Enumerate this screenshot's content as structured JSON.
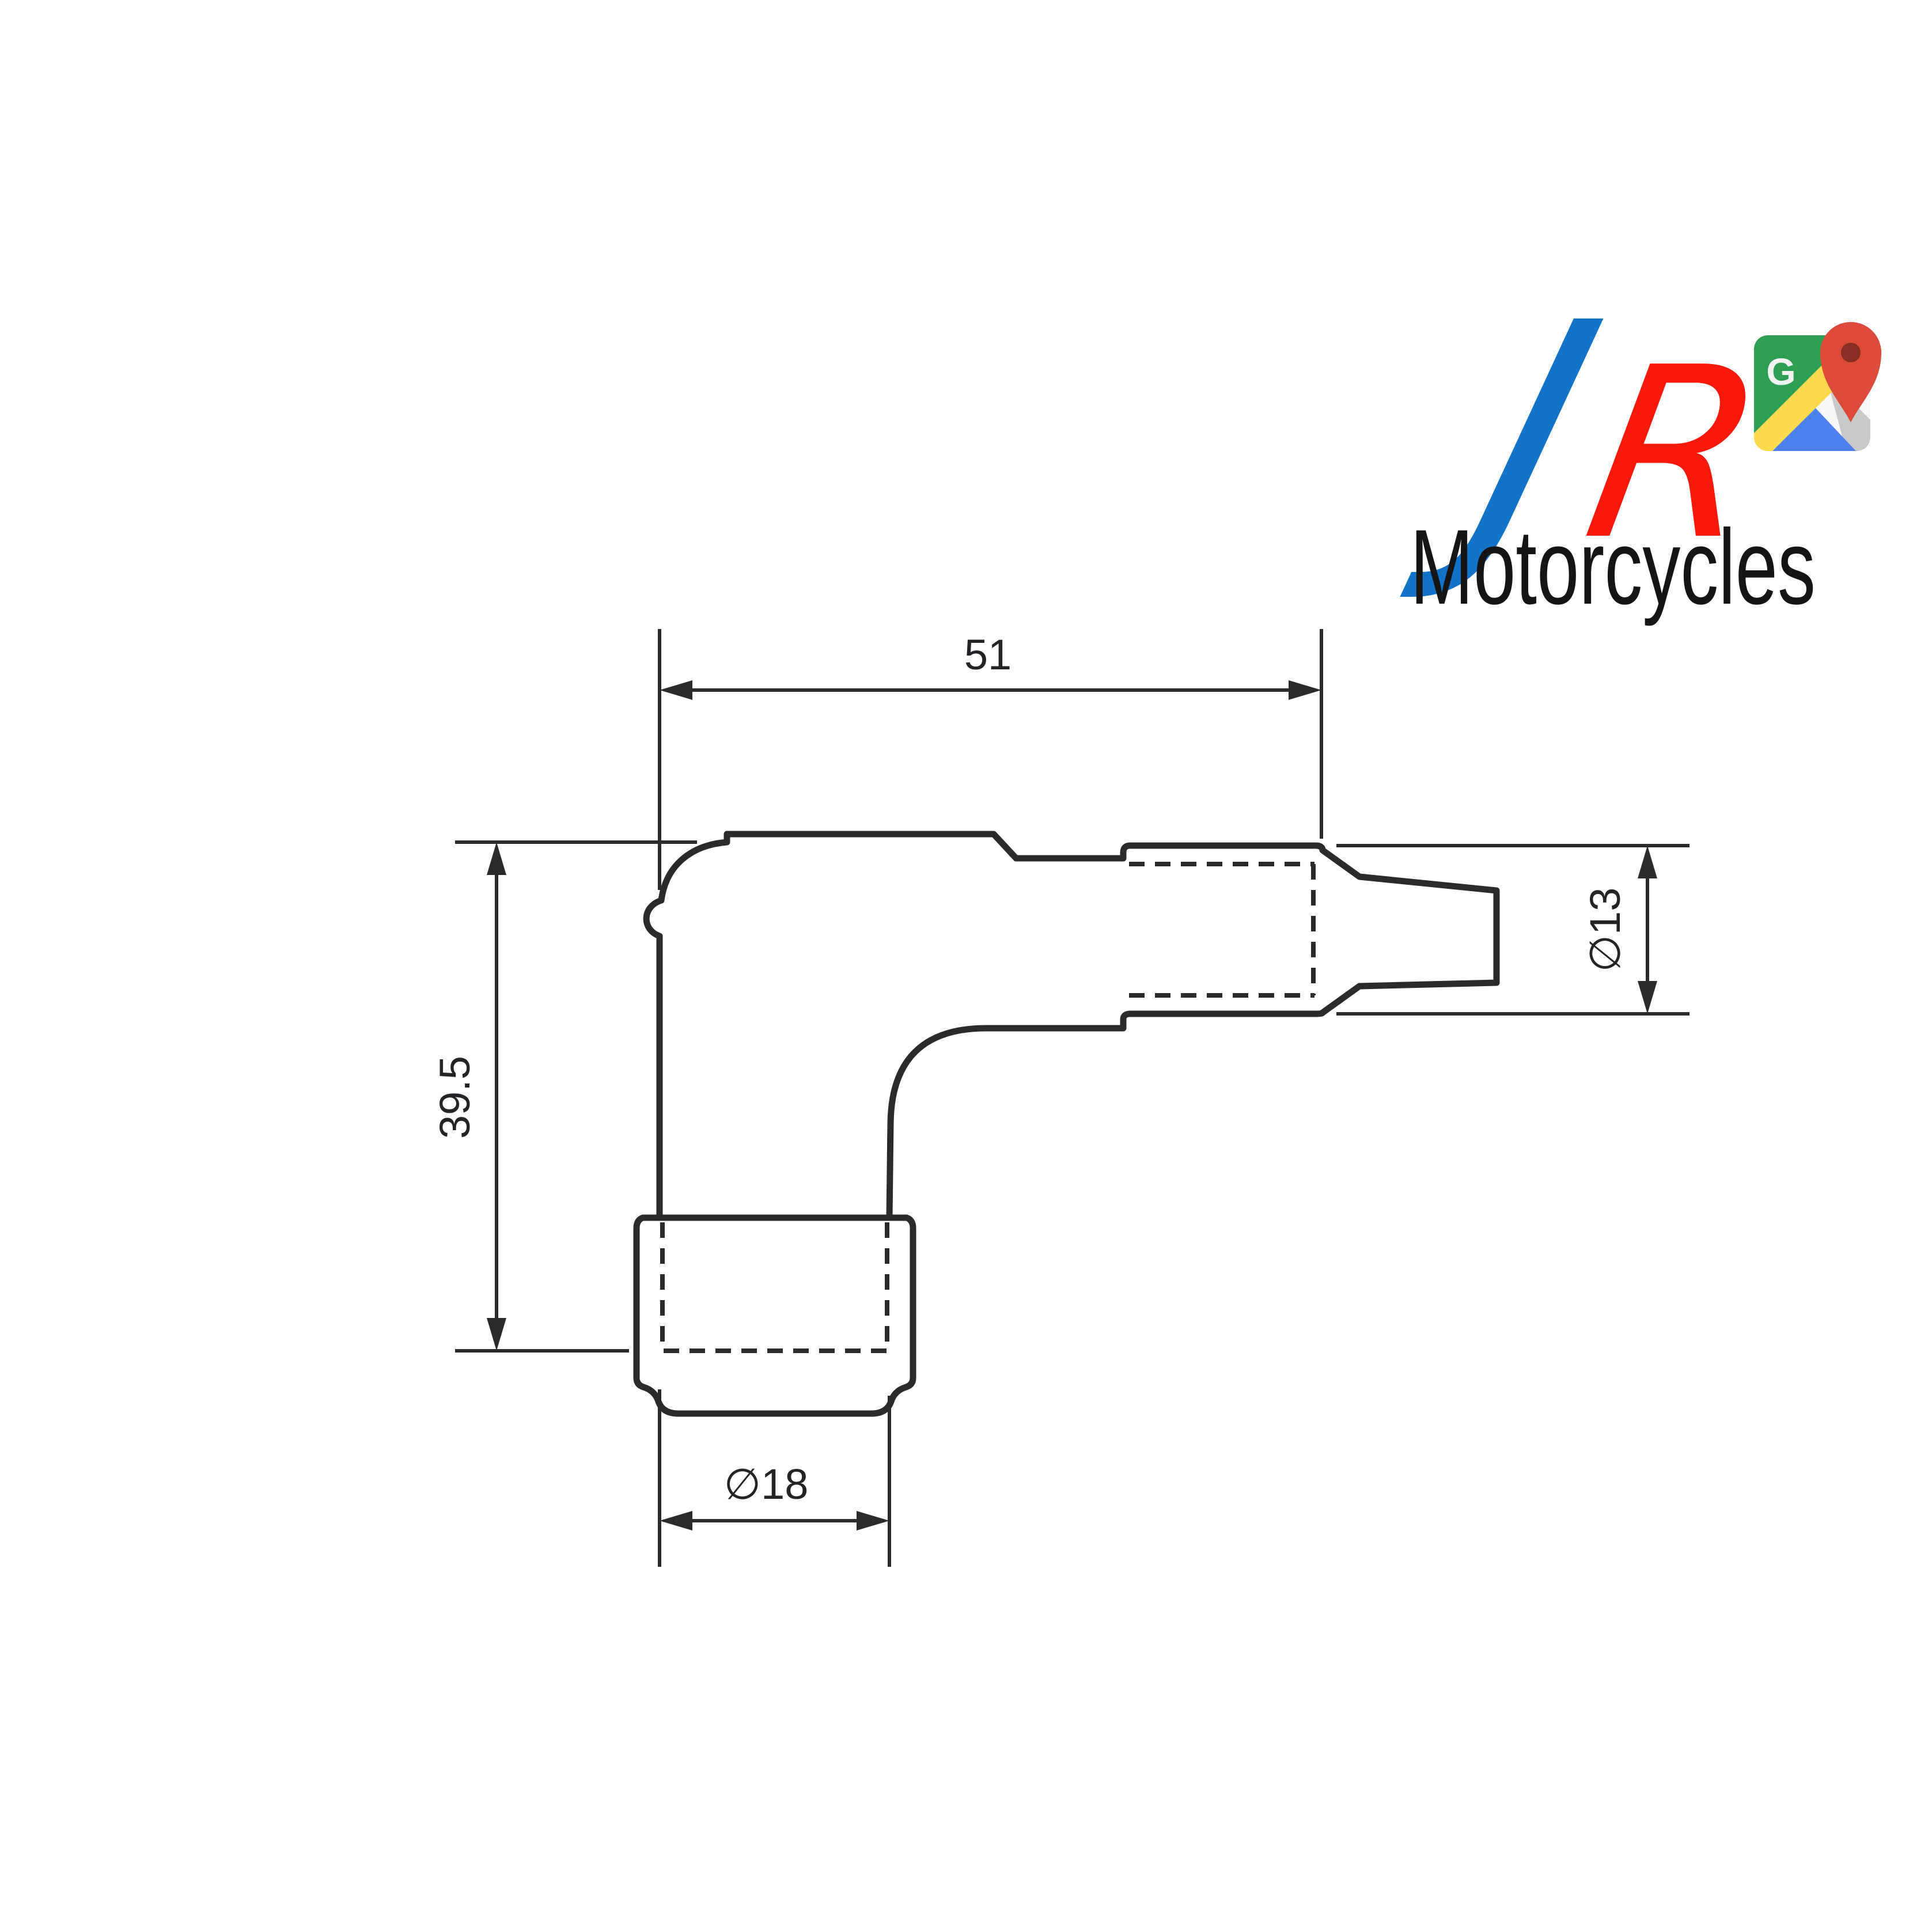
{
  "page": {
    "background": "#ffffff"
  },
  "logo": {
    "j": "J",
    "r": "R",
    "subtitle": "Motorcycles",
    "maps_g": "G",
    "colors": {
      "j_blue": "#1273c8",
      "r_red": "#f9190b",
      "subtitle_black": "#151515",
      "maps_green": "#2f9f53",
      "maps_yellow": "#fada4c",
      "maps_blue": "#4e80ee",
      "maps_gray": "#c9c9c9",
      "maps_base_white": "#f7f7f7",
      "pin_red": "#dc4a3a",
      "pin_dark_red": "#8a2d22",
      "g_white": "#f2f2f2"
    }
  },
  "drawing": {
    "ink": "#2b2b2e",
    "label_color": "#242428",
    "dimensions": {
      "overall_length": {
        "value": "51"
      },
      "overall_height": {
        "value": "39.5"
      },
      "terminal_diameter": {
        "value": "∅13"
      },
      "boot_diameter": {
        "value": "∅18"
      }
    }
  }
}
